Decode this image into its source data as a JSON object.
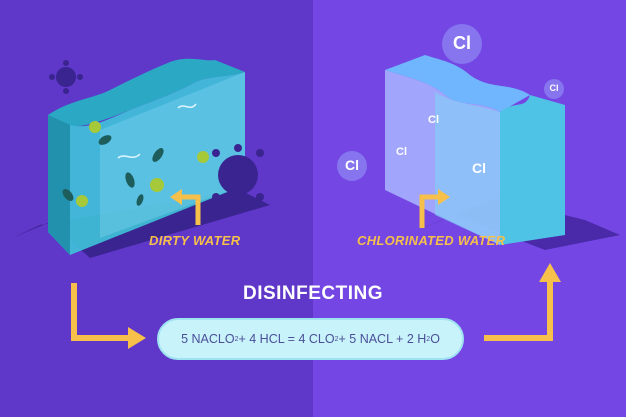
{
  "labels": {
    "dirty_water": "DIRTY WATER",
    "chlorinated_water": "CHLORINATED WATER",
    "process": "DISINFECTING"
  },
  "formula": {
    "t1": "5 NACLO",
    "s1": "2",
    "t2": " + 4 HCL = 4 CLO",
    "s2": "2",
    "t3": " + 5 NACL + 2 H",
    "s3": "2",
    "t4": "O"
  },
  "chlorine": {
    "symbol": "Cl"
  },
  "colors": {
    "left_bg": "#5f37c9",
    "right_bg": "#7446e3",
    "arrow": "#f6c04a",
    "formula_bg": "#c8f3fb",
    "formula_text": "#4a4f98"
  }
}
